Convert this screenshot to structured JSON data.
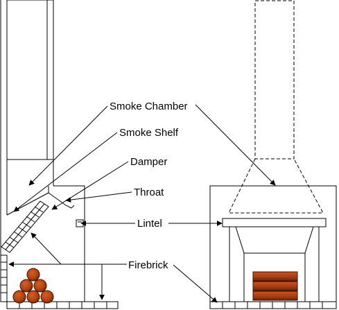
{
  "labels": {
    "smoke_chamber": "Smoke Chamber",
    "smoke_shelf": "Smoke Shelf",
    "damper": "Damper",
    "throat": "Throat",
    "lintel": "Lintel",
    "firebrick": "Firebrick"
  },
  "colors": {
    "line": "#000000",
    "background": "#ffffff",
    "log_fill": "#b5400e",
    "log_shade": "#7a2a08",
    "log_highlight": "#d0612a"
  }
}
